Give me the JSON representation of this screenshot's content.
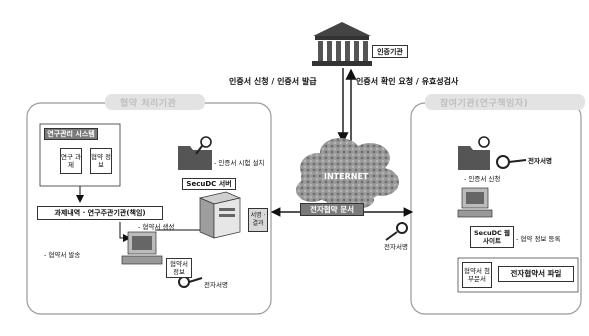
{
  "cert_authority": {
    "label": "인증기관"
  },
  "arrows": {
    "left_top": "인증서 신청 / 인증서 발급",
    "right_top": "인증서 확인 요청 / 유효성검사",
    "center": "전자협약 문서"
  },
  "internet": {
    "label": "INTERNET"
  },
  "left_panel": {
    "title": "협약 처리기관",
    "research_system": "연구관리 시스템",
    "box_subject": "연구 과제",
    "box_agreement": "협약 정보",
    "task_bar": "과제내역 · 연구주관기관(책임)",
    "cert_install": "- 인증서 시험 설치",
    "secudc_server": "SecuDC 서버",
    "signing_box": "서명 · 결과",
    "agreement_create": "- 협약서 생성",
    "agreement_send": "- 협약서 발송",
    "agreement_info": "협약서 정보",
    "digital_sign": "전자서명"
  },
  "right_panel": {
    "title": "참여기관(연구책임자)",
    "cert_apply": "- 인증서 신청",
    "digital_sign_key": "전자서명",
    "secudc_web": "SecuDC 웹 사이트",
    "agreement_register": "- 협약 정보 등록",
    "digital_sign_left": "전자서명",
    "agreement_attach": "협약서 첨부문서",
    "agreement_file": "전자협약서 파일"
  },
  "colors": {
    "panel_border": "#9a9a9a",
    "cloud": "#8c8c8c",
    "dark_box": "#7a7a7a"
  }
}
